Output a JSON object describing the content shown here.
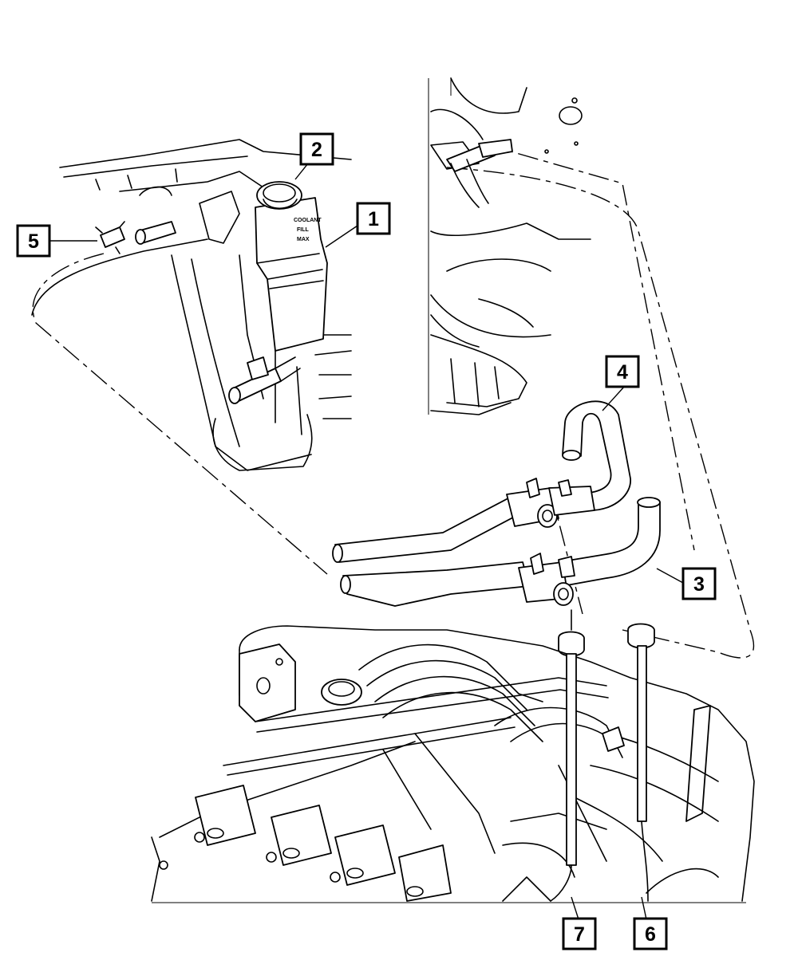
{
  "callouts": {
    "c1": "1",
    "c2": "2",
    "c3": "3",
    "c4": "4",
    "c5": "5",
    "c6": "6",
    "c7": "7"
  },
  "reservoir_label": {
    "line1": "COOLANT",
    "line2": "FILL",
    "line3": "MAX"
  }
}
